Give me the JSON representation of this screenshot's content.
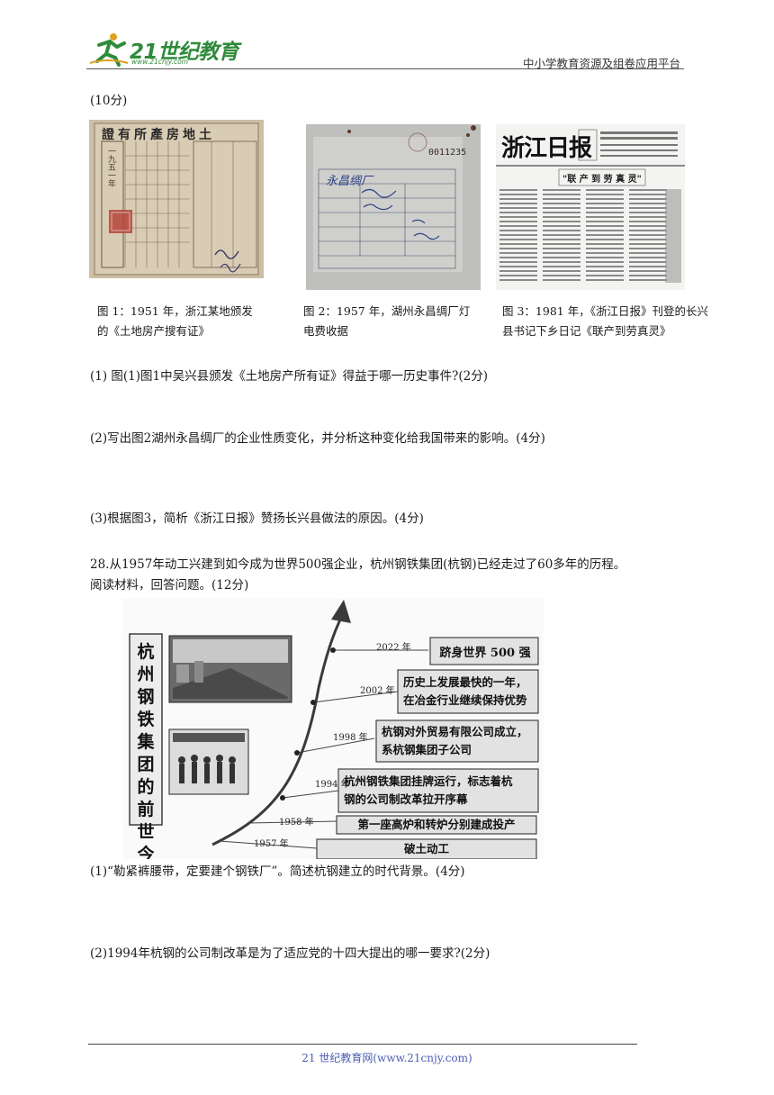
{
  "header": {
    "logo_text": "21世纪教育",
    "logo_url": "www.21cnjy.com",
    "right_title": "中小学教育资源及组卷应用平台"
  },
  "score_top": "(10分)",
  "figures": [
    {
      "caption_line1": "图 1：1951 年，浙江某地颁发",
      "caption_line2": "的《土地房产搜有证》",
      "doc_title": "證有所產房地土",
      "doc_year": "一九五一年"
    },
    {
      "caption_line1": "图 2：1957 年，湖州永昌绸厂灯",
      "caption_line2": "电费收据",
      "doc_number": "0011235",
      "doc_handwriting": "永昌绸厂"
    },
    {
      "caption_line1": "图 3：1981 年，《浙江日报》刊登的长兴",
      "caption_line2": "县书记下乡日记《联产到劳真灵》",
      "masthead": "浙江日报",
      "headline": "\"联 产 到 劳 真 灵\""
    }
  ],
  "questions_27": [
    "(1)  图(1)图1中吴兴县颁发《土地房产所有证》得益于哪一历史事件?(2分)",
    "(2)写出图2湖州永昌绸厂的企业性质变化，并分析这种变化给我国带来的影响。(4分)",
    "(3)根据图3，简析《浙江日报》赞扬长兴县做法的原因。(4分)"
  ],
  "q28": {
    "intro_line1": "28.从1957年动工兴建到如今成为世界500强企业，杭州钢铁集团(杭钢)已经走过了60多年的历程。",
    "intro_line2": "阅读材料，回答问题。(12分)",
    "timeline_title": "杭州钢铁集团的前世今生",
    "timeline": [
      {
        "year": "2022 年",
        "event_line1": "跻身世界 500 强",
        "event_line2": ""
      },
      {
        "year": "2002 年",
        "event_line1": "历史上发展最快的一年，",
        "event_line2": "在冶金行业继续保持优势"
      },
      {
        "year": "1998 年",
        "event_line1": "杭钢对外贸易有限公司成立，",
        "event_line2": "系杭钢集团子公司"
      },
      {
        "year": "1994 年",
        "event_line1": "杭州钢铁集团挂牌运行，标志着杭",
        "event_line2": "钢的公司制改革拉开序幕"
      },
      {
        "year": "1958 年",
        "event_line1": "第一座高炉和转炉分别建成投产",
        "event_line2": ""
      },
      {
        "year": "1957 年",
        "event_line1": "破土动工",
        "event_line2": ""
      }
    ],
    "questions": [
      "(1)“勒紧裤腰带，定要建个钢铁厂”。简述杭钢建立的时代背景。(4分)",
      "(2)1994年杭钢的公司制改革是为了适应党的十四大提出的哪一要求?(2分)"
    ]
  },
  "footer": {
    "text": "21 世纪教育网(www.21cnjy.com)"
  }
}
